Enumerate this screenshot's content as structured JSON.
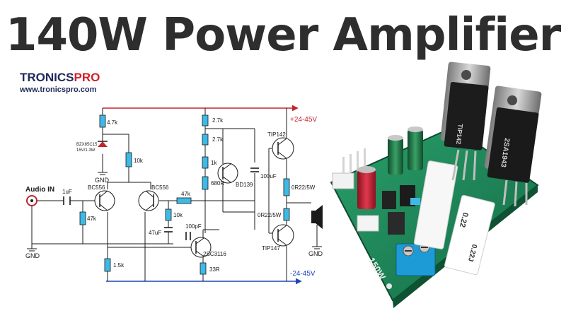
{
  "title": "140W Power Amplifier",
  "logo": {
    "brand_part1": "TRONICS",
    "brand_part2": "PRO",
    "url": "www.tronicspro.com"
  },
  "schematic": {
    "labels": {
      "audio_in": "Audio IN",
      "gnd_left": "GND",
      "gnd_zener": "GND",
      "gnd_speaker": "GND",
      "vplus": "+24-45V",
      "vminus": "-24-45V",
      "zener": "BZX85C15",
      "zener_spec": "15V/1.3W",
      "c_in": "1uF",
      "r_4k7": "4.7k",
      "r_10k_a": "10k",
      "r_47k_in": "47k",
      "q_bc556_1": "BC556",
      "q_bc556_2": "BC556",
      "r_47k_fb": "47k",
      "r_10k_b": "10k",
      "c_47u": "47uF",
      "c_100p": "100pF",
      "q_2sc": "2SC3116",
      "r_1k5": "1.5k",
      "r_33r": "33R",
      "r_2k7_a": "2.7k",
      "r_2k7_b": "2.7k",
      "pot_1k": "1k",
      "r_680r": "680R",
      "q_bd139": "BD139",
      "c_100u": "100uF",
      "q_tip142": "TIP142",
      "r_0r22_a": "0R22/5W",
      "r_0r22_b": "0R22/5W",
      "q_tip147": "TIP147"
    }
  },
  "board": {
    "transistor_1": "TIP142",
    "transistor_2": "2SA1943",
    "resistor_1": "0.22",
    "resistor_2": "0.22J",
    "pcb_text": "150W"
  },
  "colors": {
    "wire": "#1a1a1a",
    "rail_positive": "#c0262d",
    "rail_negative": "#2045b8",
    "resistor_fill": "#3fb9e6",
    "title": "#2e2e2e",
    "pcb": "#1f8a5c"
  }
}
